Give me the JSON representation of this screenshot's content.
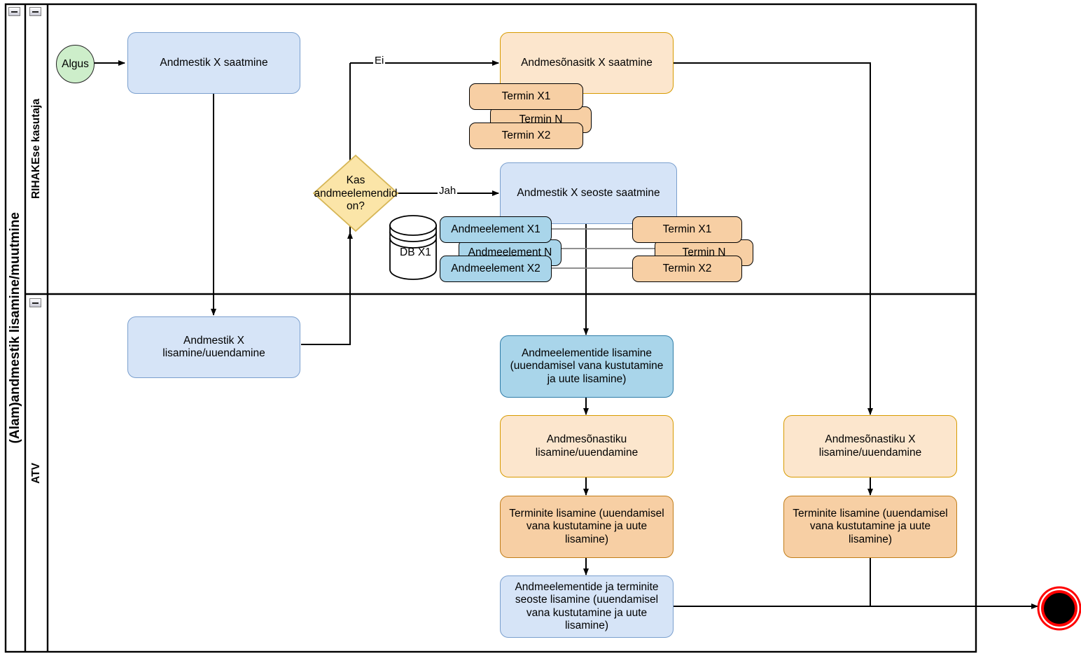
{
  "diagram": {
    "title": "(Alam)andmestik lisamine/muutmine",
    "pool_label": "(Alam)andmestik lisamine/muutmine",
    "lanes": [
      {
        "label": "RIHAKEse kasutaja"
      },
      {
        "label": "ATV"
      }
    ],
    "collapse_icon": "minus-icon"
  },
  "events": {
    "start": {
      "label": "Algus"
    },
    "end": {
      "label": ""
    }
  },
  "gateway": {
    "label": "Kas andmeelemendid on?",
    "label_lines": [
      "Kas",
      "andmeelemendid",
      "on?"
    ],
    "outcomes": [
      {
        "label": "Ei"
      },
      {
        "label": "Jah"
      }
    ]
  },
  "tasks": {
    "andmestik_x_saatmine": "Andmestik X saatmine",
    "andmesonasitk_x_saatmine": "Andmesõnasitk X saatmine",
    "andmestik_x_seoste_saatmine": "Andmestik X seoste saatmine",
    "andmestik_x_lisamine": "Andmestik X lisamine/uuendamine",
    "andmeelementide_lisamine": "Andmeelementide lisamine (uuendamisel vana kustutamine ja uute lisamine)",
    "andmesonastiku_lisamine": "Andmesõnastiku lisamine/uuendamine",
    "terminite_lisamine_mid": "Terminite lisamine (uuendamisel vana kustutamine ja uute lisamine)",
    "seoste_lisamine": "Andmeelementide ja terminite seoste lisamine (uuendamisel vana kustutamine ja uute lisamine)",
    "andmesonastiku_x_lisamine": "Andmesõnastiku X lisamine/uuendamine",
    "terminite_lisamine_right": "Terminite lisamine (uuendamisel vana kustutamine ja uute lisamine)"
  },
  "artifacts": {
    "database": {
      "label": "DB X1",
      "icon": "database-cylinder-icon"
    },
    "terms_top": [
      {
        "label": "Termin X1"
      },
      {
        "label": "Termin N"
      },
      {
        "label": "Termin X2"
      }
    ],
    "data_elements": [
      {
        "label": "Andmeelement X1"
      },
      {
        "label": "Andmeelement N"
      },
      {
        "label": "Andmeelement X2"
      }
    ],
    "terms_mid": [
      {
        "label": "Termin X1"
      },
      {
        "label": "Termin N"
      },
      {
        "label": "Termin X2"
      }
    ]
  },
  "colors": {
    "task_blue_light_fill": "#d6e4f7",
    "task_blue_light_stroke": "#7a9fce",
    "task_blue_mid_fill": "#a9d5ea",
    "task_blue_mid_stroke": "#2f7ca8",
    "task_peach_light_fill": "#fce6cd",
    "task_peach_light_stroke": "#d79b00",
    "task_peach_mid_fill": "#f7cfa4",
    "task_peach_mid_stroke": "#c17d18",
    "gateway_fill": "#fbe5a8",
    "gateway_stroke": "#d6b656",
    "start_fill": "#cdeeca",
    "end_stroke": "#ff0000",
    "flow_stroke": "#000000",
    "association_stroke": "#808080"
  }
}
